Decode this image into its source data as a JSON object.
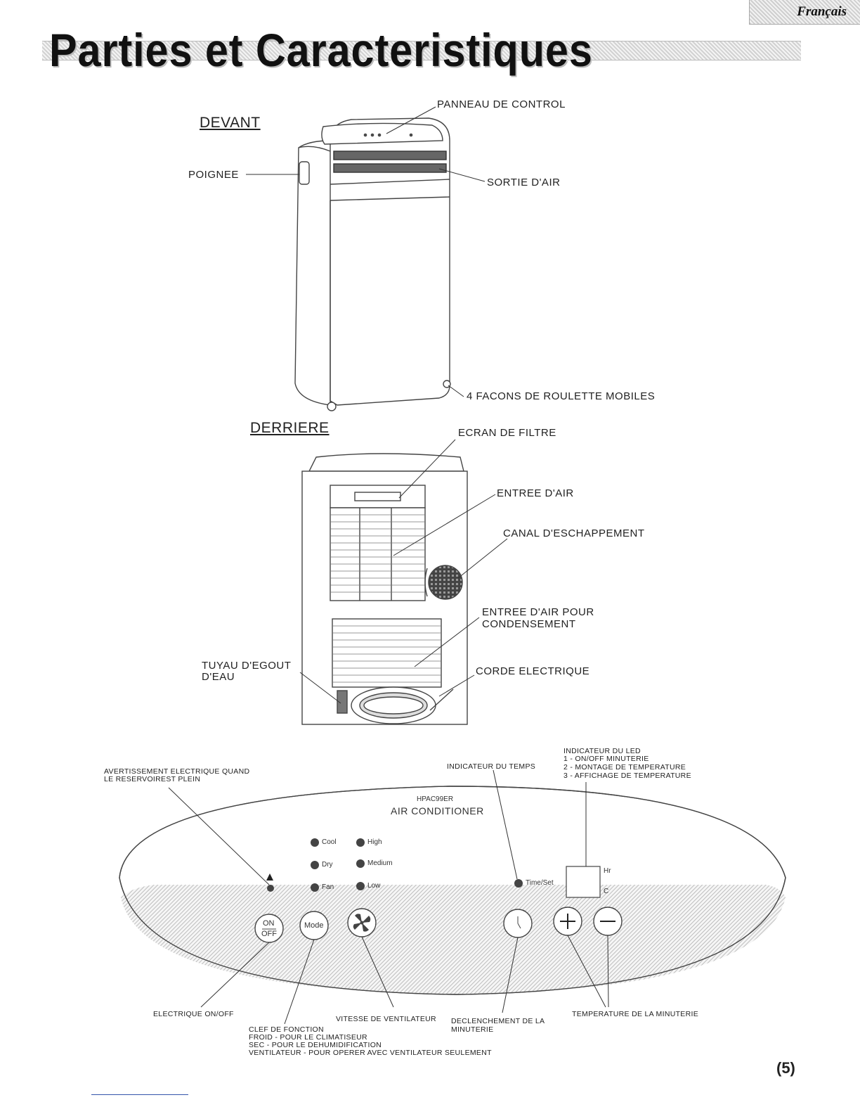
{
  "language_tab": "Français",
  "page_title": "Parties et Caracteristiques",
  "front": {
    "heading": "DEVANT",
    "labels": {
      "control_panel": "PANNEAU DE CONTROL",
      "handle": "POIGNEE",
      "air_outlet": "SORTIE D'AIR",
      "casters": "4 FACONS DE ROULETTE MOBILES"
    }
  },
  "back": {
    "heading": "DERRIERE",
    "labels": {
      "filter_screen": "ECRAN DE FILTRE",
      "air_inlet": "ENTREE D'AIR",
      "exhaust": "CANAL D'ESCHAPPEMENT",
      "condenser_inlet": [
        "ENTREE D'AIR POUR",
        "CONDENSEMENT"
      ],
      "drain_hose": [
        "TUYAU D'EGOUT",
        "D'EAU"
      ],
      "power_cord": "CORDE ELECTRIQUE"
    }
  },
  "panel": {
    "model": "HPAC99ER",
    "name": "AIR CONDITIONER",
    "mode_indicators": [
      "Cool",
      "Dry",
      "Fan"
    ],
    "speed_indicators": [
      "High",
      "Medium",
      "Low"
    ],
    "time_set": "Time/Set",
    "display_units": [
      "Hr",
      "C"
    ],
    "buttons": {
      "on_off": [
        "ON",
        "OFF"
      ],
      "mode": "Mode"
    },
    "callouts": {
      "water_full": [
        "AVERTISSEMENT ELECTRIQUE QUAND",
        "LE RESERVOIREST PLEIN"
      ],
      "time_indicator": "INDICATEUR DU TEMPS",
      "led_indicator": [
        "INDICATEUR DU LED",
        "1 - ON/OFF MINUTERIE",
        "2 - MONTAGE DE TEMPERATURE",
        "3 - AFFICHAGE DE TEMPERATURE"
      ],
      "power": "ELECTRIQUE ON/OFF",
      "function_key": [
        "CLEF DE FONCTION",
        "FROID - POUR LE CLIMATISEUR",
        "SEC - POUR LE DEHUMIDIFICATION",
        "VENTILATEUR - POUR OPERER AVEC VENTILATEUR SEULEMENT"
      ],
      "fan_speed": "VITESSE DE VENTILATEUR",
      "timer_trigger": [
        "DECLENCHEMENT DE LA",
        "MINUTERIE"
      ],
      "timer_temperature": "TEMPERATURE DE LA MINUTERIE"
    }
  },
  "page_number": "(5)"
}
